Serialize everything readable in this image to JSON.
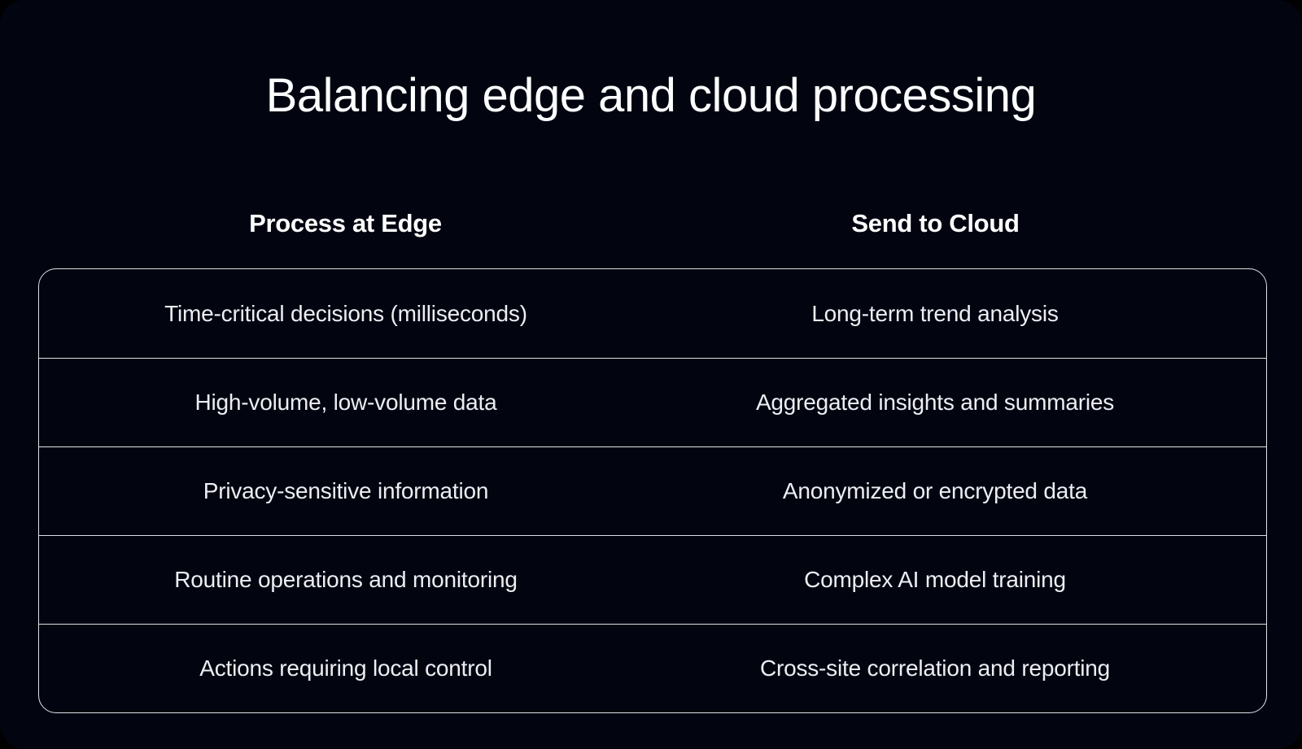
{
  "slide": {
    "title": "Balancing edge and cloud processing"
  },
  "table": {
    "columns": [
      {
        "label": "Process at Edge"
      },
      {
        "label": "Send to Cloud"
      }
    ],
    "rows": [
      {
        "edge": "Time-critical decisions (milliseconds)",
        "cloud": "Long-term trend analysis"
      },
      {
        "edge": "High-volume, low-volume data",
        "cloud": "Aggregated insights and summaries"
      },
      {
        "edge": "Privacy-sensitive information",
        "cloud": "Anonymized or encrypted data"
      },
      {
        "edge": "Routine operations and monitoring",
        "cloud": "Complex AI model training"
      },
      {
        "edge": "Actions requiring local control",
        "cloud": "Cross-site correlation and reporting"
      }
    ]
  },
  "colors": {
    "page_background": "#000000",
    "slide_background": "#020510",
    "table_border": "#F2F4F8",
    "title_text": "#FCFDFF",
    "header_text": "#FFFFFF",
    "cell_text": "#ECEEF3"
  }
}
